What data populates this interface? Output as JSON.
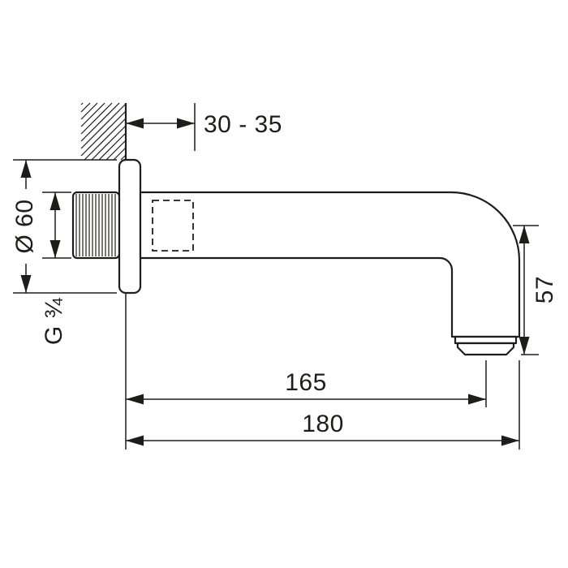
{
  "colors": {
    "line": "#1d1d1b",
    "background": "#ffffff"
  },
  "dimensions": {
    "wall_distance": "30 - 35",
    "escutcheon_diameter": "Ø 60",
    "thread_size": "G ¾",
    "outlet_drop": "57",
    "reach_to_outlet": "165",
    "reach_total": "180"
  }
}
